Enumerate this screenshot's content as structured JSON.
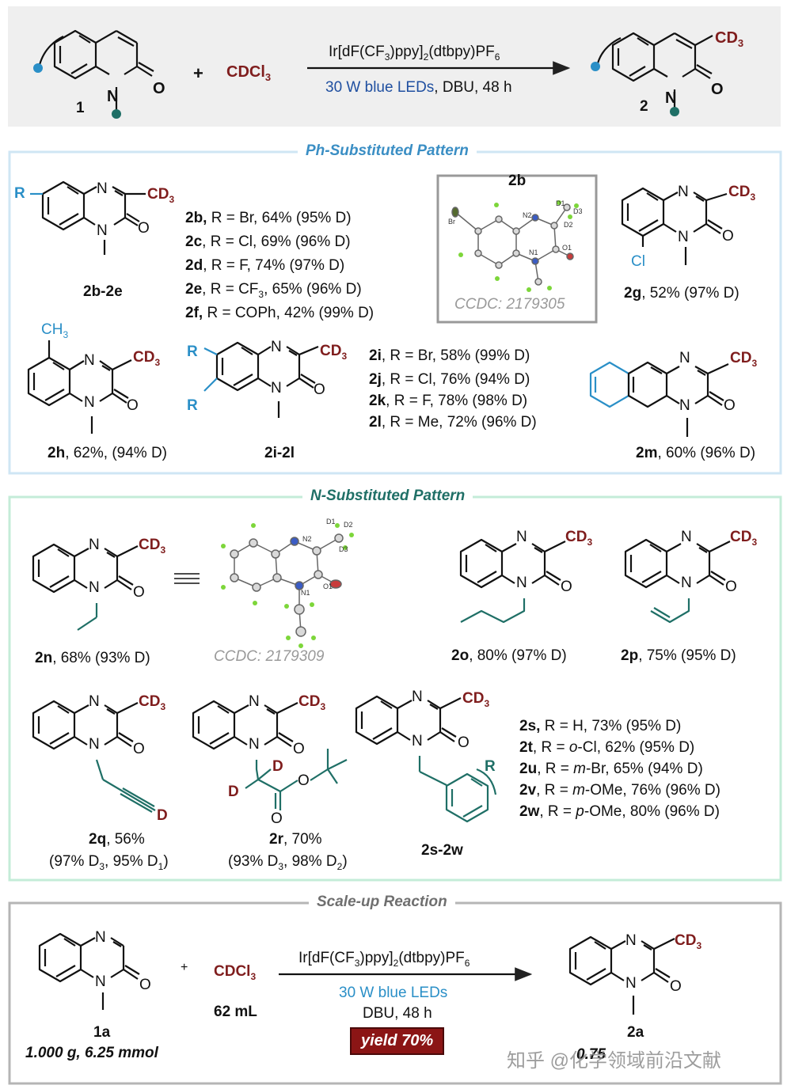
{
  "header": {
    "cmp1": "1",
    "cmp2": "2",
    "reagent": "CDCl3",
    "catalyst": "Ir[dF(CF3)ppy]2(dtbpy)PF6",
    "conditions_light": "30 W blue LEDs",
    "conditions_rest": ", DBU, 48 h"
  },
  "ph_section": {
    "title": "Ph-Substituted Pattern",
    "series_b_e": [
      {
        "id": "2b,",
        "text": " R = Br, 64% (95% D)"
      },
      {
        "id": "2c",
        "text": ", R = Cl, 69% (96% D)"
      },
      {
        "id": "2d",
        "text": ", R = F,  74% (97% D)"
      },
      {
        "id": "2e",
        "text": ", R = CF3, 65% (96% D)"
      },
      {
        "id": "2f,",
        "text": "  R = COPh, 42% (99% D)"
      }
    ],
    "label_2b_2e": "2b-2e",
    "crystal_2b_label": "2b",
    "crystal_2b_ccdc": "CCDC: 2179305",
    "g_id": "2g",
    "g_text": ", 52% (97% D)",
    "h_id": "2h",
    "h_text": ", 62%, (94% D)",
    "label_2i_2l": "2i-2l",
    "series_i_l": [
      {
        "id": "2i",
        "text": ", R = Br, 58% (99% D)"
      },
      {
        "id": "2j",
        "text": ", R = Cl, 76% (94% D)"
      },
      {
        "id": "2k",
        "text": ", R = F,  78% (98% D)"
      },
      {
        "id": "2l",
        "text": ", R = Me, 72% (96% D)"
      }
    ],
    "m_id": "2m",
    "m_text": ", 60% (96% D)"
  },
  "n_section": {
    "title": "N-Substituted Pattern",
    "n_id": "2n",
    "n_text": ", 68% (93% D)",
    "crystal_2n_ccdc": "CCDC: 2179309",
    "o_id": "2o",
    "o_text": ", 80% (97% D)",
    "p_id": "2p",
    "p_text": ", 75% (95% D)",
    "q_id": "2q",
    "q_text": ", 56%",
    "q_iso": "(97% D3, 95% D1)",
    "r_id": "2r",
    "r_text": ", 70%",
    "r_iso": "(93% D3, 98% D2)",
    "label_2s_2w": "2s-2w",
    "series_s_w": [
      {
        "id": "2s,",
        "text": " R = H, 73% (95% D)"
      },
      {
        "id": "2t",
        "text": ", R = o-Cl, 62% (95% D)"
      },
      {
        "id": "2u",
        "text": ", R = m-Br, 65% (94% D)"
      },
      {
        "id": "2v",
        "text": ", R = m-OMe, 76% (96% D)"
      },
      {
        "id": "2w",
        "text": ", R = p-OMe, 80% (96% D)"
      }
    ]
  },
  "scaleup": {
    "title": "Scale-up Reaction",
    "sm_id": "1a",
    "sm_amount": "1.000 g, 6.25 mmol",
    "reagent": "CDCl3",
    "reagent_amount": "62 mL",
    "catalyst": "Ir[dF(CF3)ppy]2(dtbpy)PF6",
    "light": "30 W blue LEDs",
    "conditions": "DBU, 48 h",
    "yield_badge": "yield 70%",
    "product_id": "2a",
    "product_amount": "0.75"
  },
  "watermark": "知乎 @化学领域前沿文献",
  "colors": {
    "deut": "#7f1d1d",
    "blue": "#2a8fc7",
    "teal": "#1f6f66",
    "ph_border": "#cfe6f4",
    "n_border": "#c4ecd8",
    "gray_border": "#b5b5b5",
    "header_bg": "#efefef"
  }
}
